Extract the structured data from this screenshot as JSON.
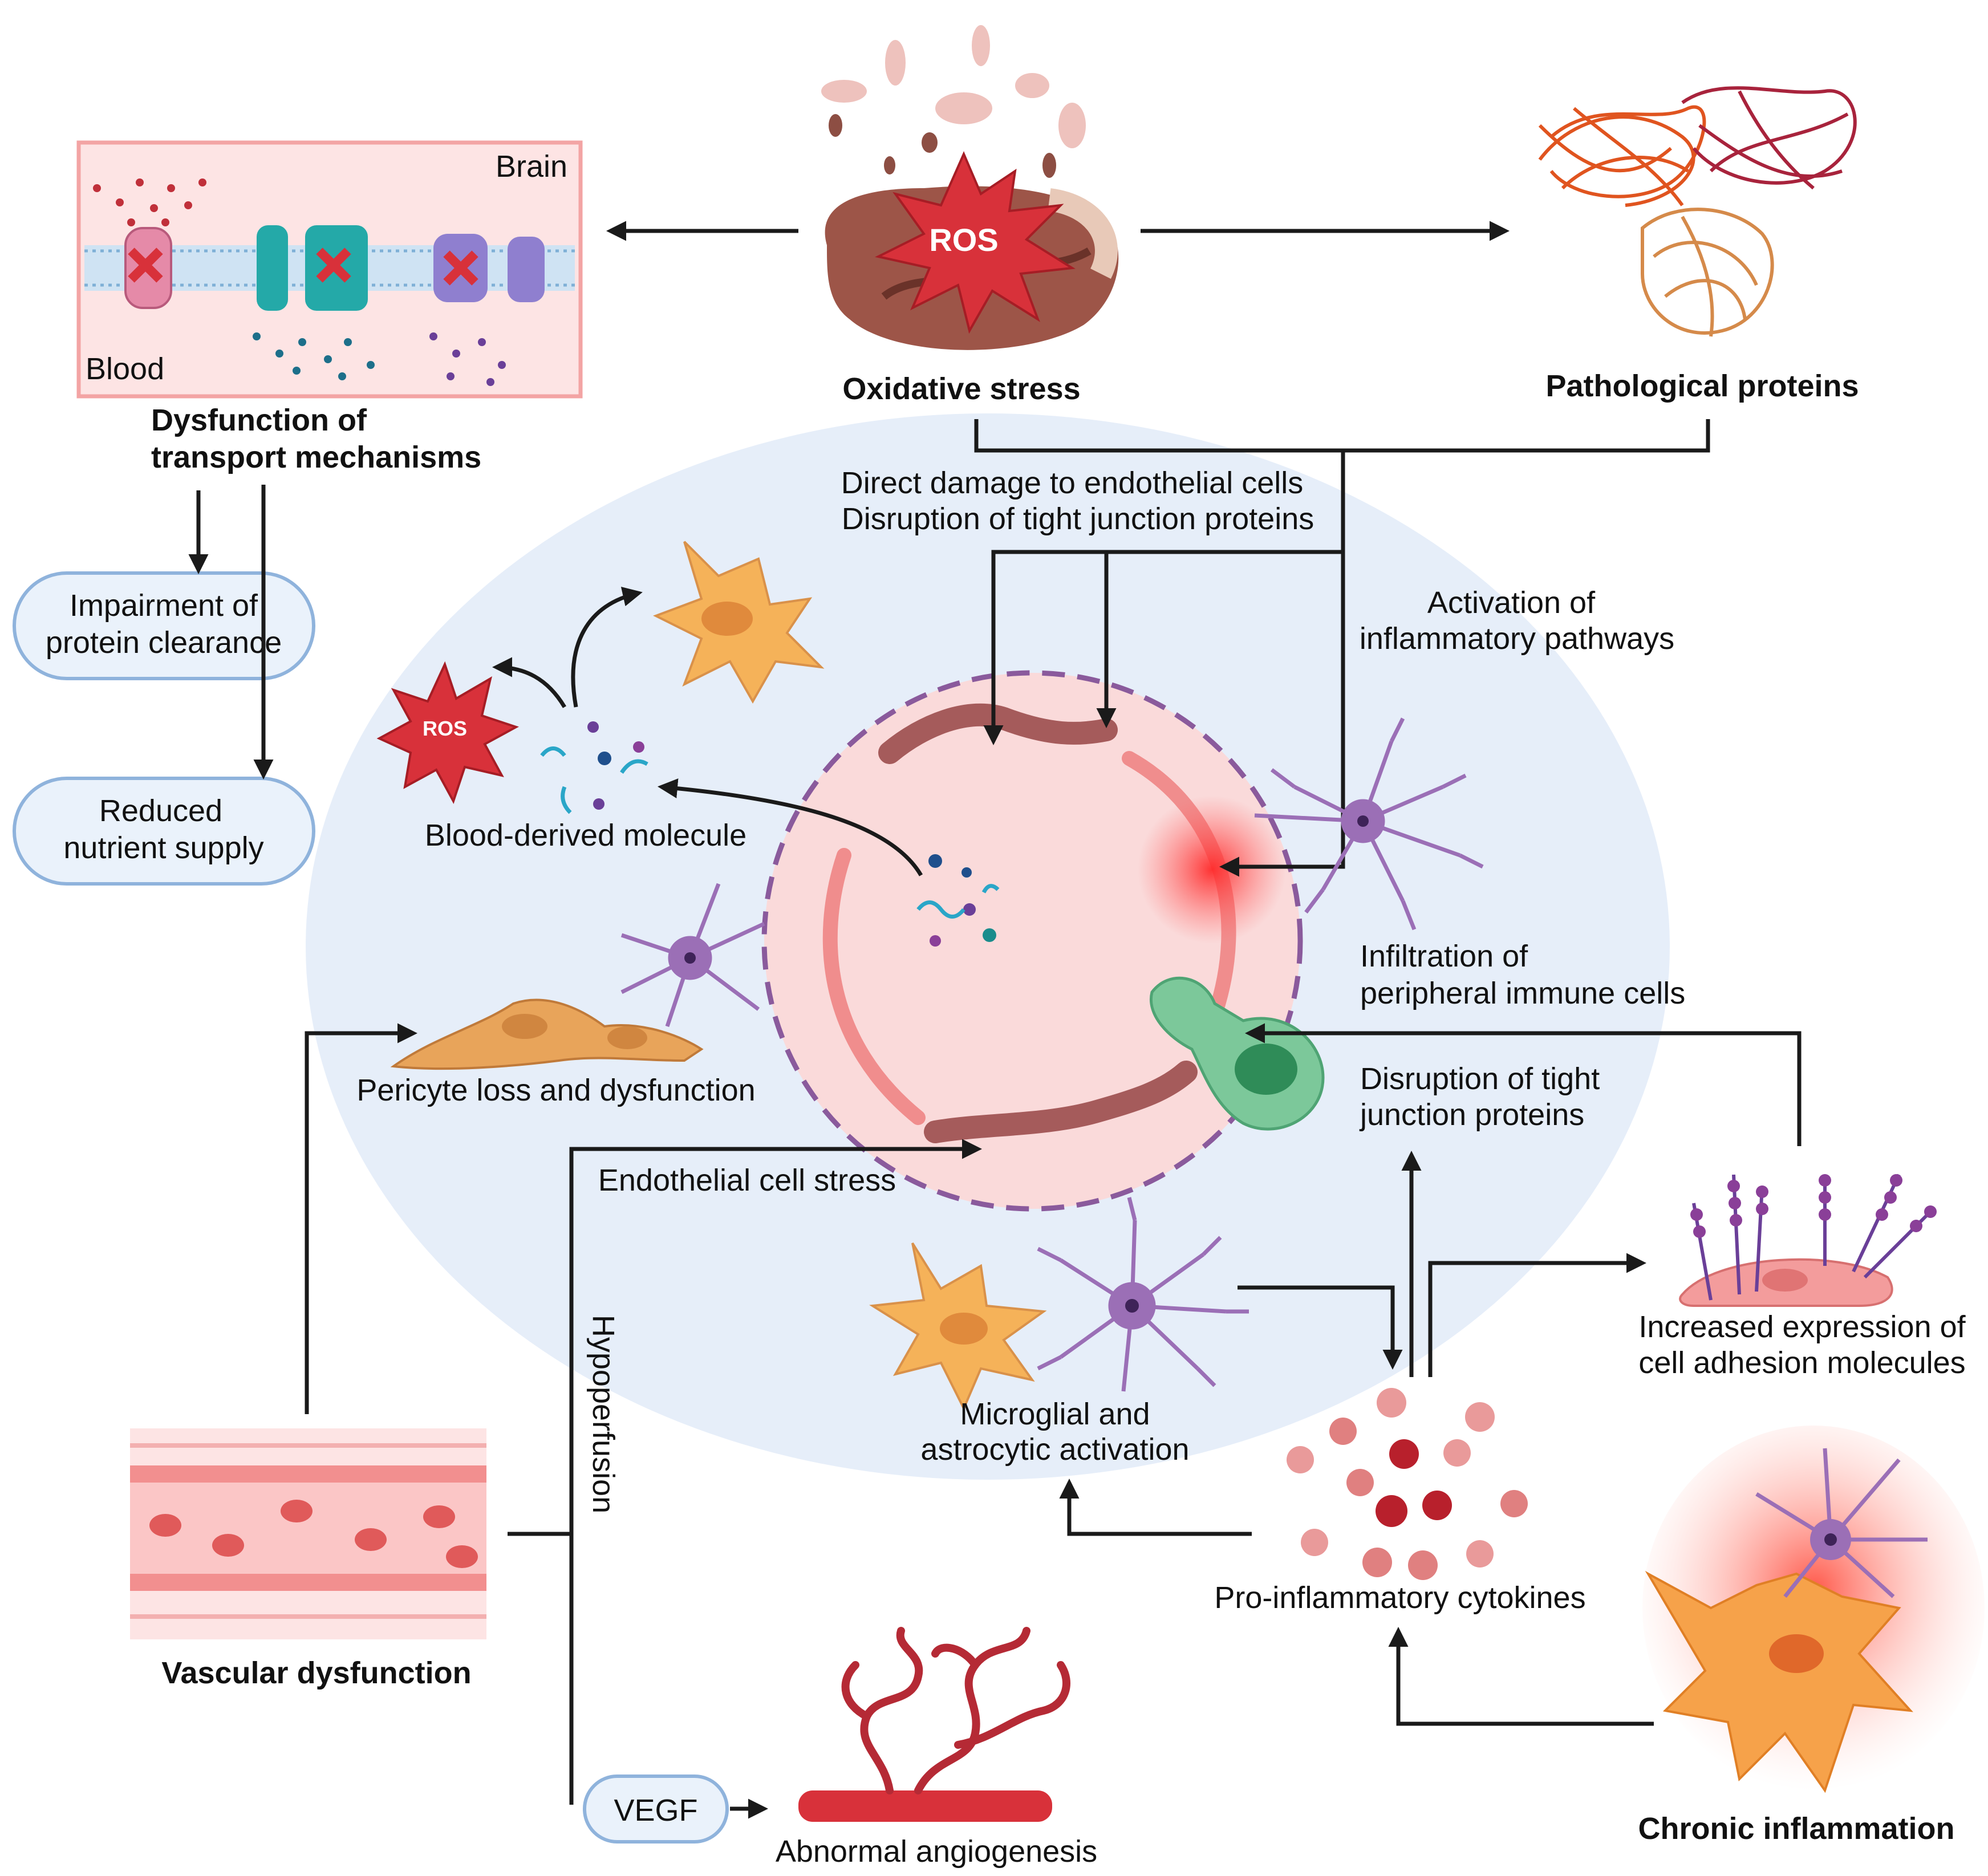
{
  "labels": {
    "oxidative_stress": "Oxidative stress",
    "pathological_proteins": "Pathological proteins",
    "ros_big": "ROS",
    "ros_small": "ROS",
    "brain": "Brain",
    "blood": "Blood",
    "dysfunction_line1": "Dysfunction of",
    "dysfunction_line2": "transport mechanisms",
    "impairment_line1": "Impairment of",
    "impairment_line2": "protein clearance",
    "reduced_line1": "Reduced",
    "reduced_line2": "nutrient supply",
    "direct_damage": "Direct damage to endothelial cells",
    "disruption_tj_top": "Disruption of tight junction proteins",
    "activation_line1": "Activation of",
    "activation_line2": "inflammatory pathways",
    "blood_derived": "Blood-derived molecule",
    "infiltration_line1": "Infiltration of",
    "infiltration_line2": "peripheral immune cells",
    "pericyte": "Pericyte loss and dysfunction",
    "disruption_line1": "Disruption of tight",
    "disruption_line2": "junction proteins",
    "endothelial_stress": "Endothelial cell stress",
    "increased_line1": "Increased expression of",
    "increased_line2": "cell adhesion molecules",
    "microglial_line1": "Microglial and",
    "microglial_line2": "astrocytic activation",
    "hypoperfusion": "Hypoperfusion",
    "vascular": "Vascular dysfunction",
    "pro_inflammatory": "Pro-inflammatory cytokines",
    "vegf": "VEGF",
    "abnormal_angio": "Abnormal angiogenesis",
    "chronic_inflammation": "Chronic inflammation"
  },
  "colors": {
    "ellipse_bg": "#e6eef9",
    "vessel_bg": "#fadada",
    "vessel_dash": "#8a5a9c",
    "ros_red": "#d8313a",
    "mito_brown": "#8d4e43",
    "astrocyte": "#f5b259",
    "microglia": "#9b6fb6",
    "pill_fill": "#eaf2fb",
    "pill_stroke": "#8fb3dc"
  }
}
